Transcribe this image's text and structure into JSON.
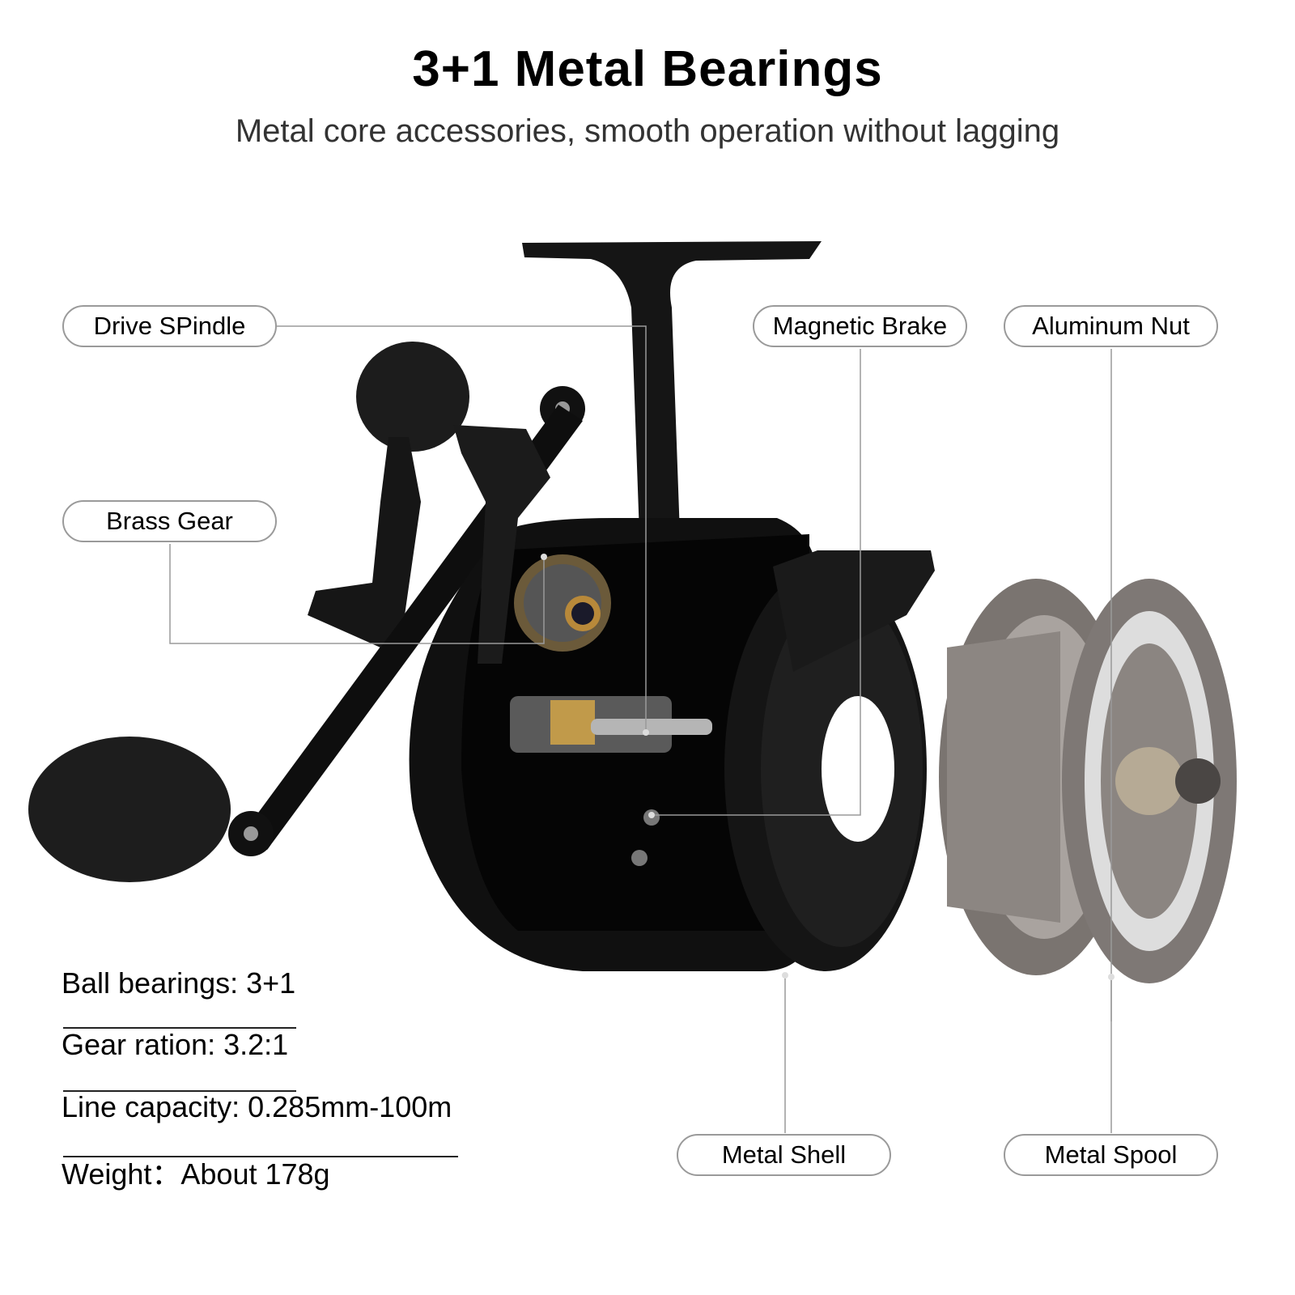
{
  "header": {
    "title": "3+1 Metal Bearings",
    "subtitle": "Metal core accessories, smooth operation without lagging"
  },
  "callouts": {
    "drive_spindle": "Drive SPindle",
    "brass_gear": "Brass Gear",
    "magnetic_brake": "Magnetic Brake",
    "aluminum_nut": "Aluminum Nut",
    "metal_shell": "Metal Shell",
    "metal_spool": "Metal Spool"
  },
  "specs": [
    {
      "text": "Ball bearings: 3+1"
    },
    {
      "text": "Gear ration: 3.2:1"
    },
    {
      "text": "Line capacity: 0.285mm-100m"
    },
    {
      "text": "Weight：About 178g"
    }
  ],
  "colors": {
    "reel_body": "#111111",
    "spool": "#8a8480",
    "brass": "#b8893a",
    "leader": "#9a9a9a"
  }
}
